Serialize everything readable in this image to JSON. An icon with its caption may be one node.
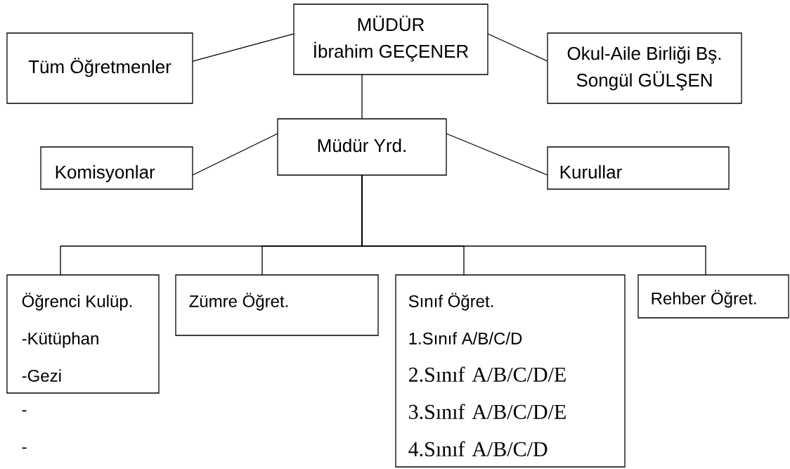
{
  "diagram": {
    "nodes": [
      {
        "text": [
          "Tüm Öğretmenler"
        ]
      },
      {
        "text": [
          "MÜDÜR",
          "İbrahim GEÇENER"
        ]
      },
      {
        "text": [
          "Okul-Aile Birliği Bş.",
          "Songül GÜLŞEN"
        ]
      },
      {
        "text": [
          "Müdür Yrd."
        ]
      },
      {
        "text": [
          "Komisyonlar"
        ]
      },
      {
        "text": [
          "Kurullar"
        ]
      },
      {
        "text": [
          "Öğrenci Kulüp.",
          "-Kütüphan",
          "-Gezi"
        ],
        "beside": [
          "-",
          "-"
        ]
      },
      {
        "text": [
          "Zümre Öğret."
        ]
      },
      {
        "text": [
          "Sınıf Öğret.",
          "1.Sınıf A/B/C/D",
          "2.Sınıf A/B/C/D/E",
          "3.Sınıf A/B/C/D/E",
          "4.Sınıf A/B/C/D"
        ]
      },
      {
        "text": [
          "Rehber Öğret."
        ]
      }
    ],
    "edges": [
      {
        "from": 1,
        "to": 0,
        "arrow": "none"
      },
      {
        "from": 1,
        "to": 2,
        "arrow": "none"
      },
      {
        "from": 1,
        "to": 3,
        "arrow": "none"
      },
      {
        "from": 3,
        "to": 4,
        "arrow": "none"
      },
      {
        "from": 3,
        "to": 5,
        "arrow": "none"
      },
      {
        "from": 3,
        "to": 6,
        "arrow": "none"
      },
      {
        "from": 3,
        "to": 7,
        "arrow": "none"
      },
      {
        "from": 3,
        "to": 8,
        "arrow": "none"
      },
      {
        "from": 3,
        "to": 9,
        "arrow": "none"
      }
    ]
  }
}
